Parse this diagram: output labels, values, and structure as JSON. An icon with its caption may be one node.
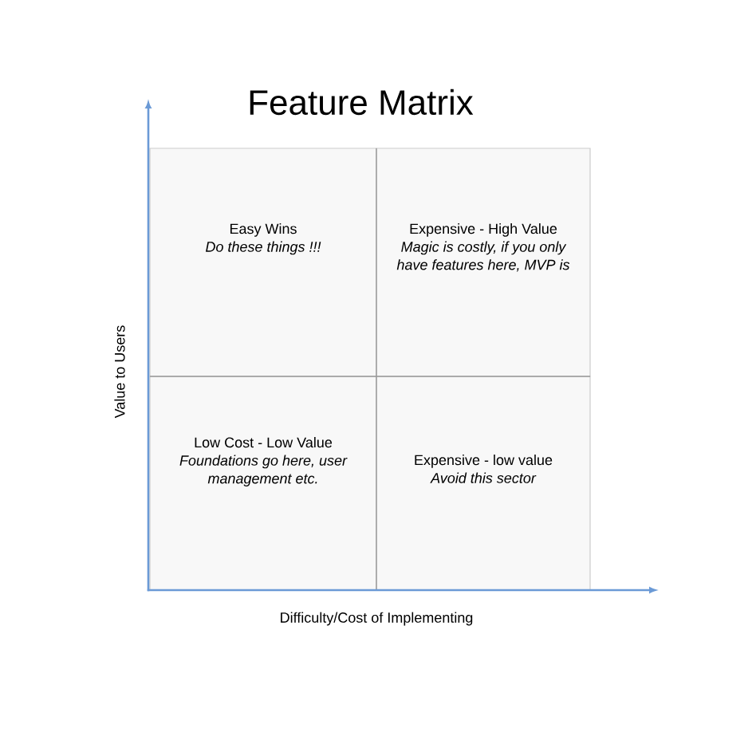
{
  "diagram": {
    "title": "Feature Matrix",
    "nodes": [
      {
        "text": [
          "Easy Wins",
          "Do these things !!!"
        ]
      },
      {
        "text": [
          "Expensive - High Value",
          "Magic is costly, if you only have features here, MVP is"
        ]
      },
      {
        "text": [
          "Low Cost - Low Value",
          "Foundations go here, user management etc."
        ]
      },
      {
        "text": [
          "Expensive - low value",
          "Avoid this sector"
        ]
      }
    ],
    "labels": [
      "Value to Users",
      "Difficulty/Cost of Implementing"
    ]
  }
}
